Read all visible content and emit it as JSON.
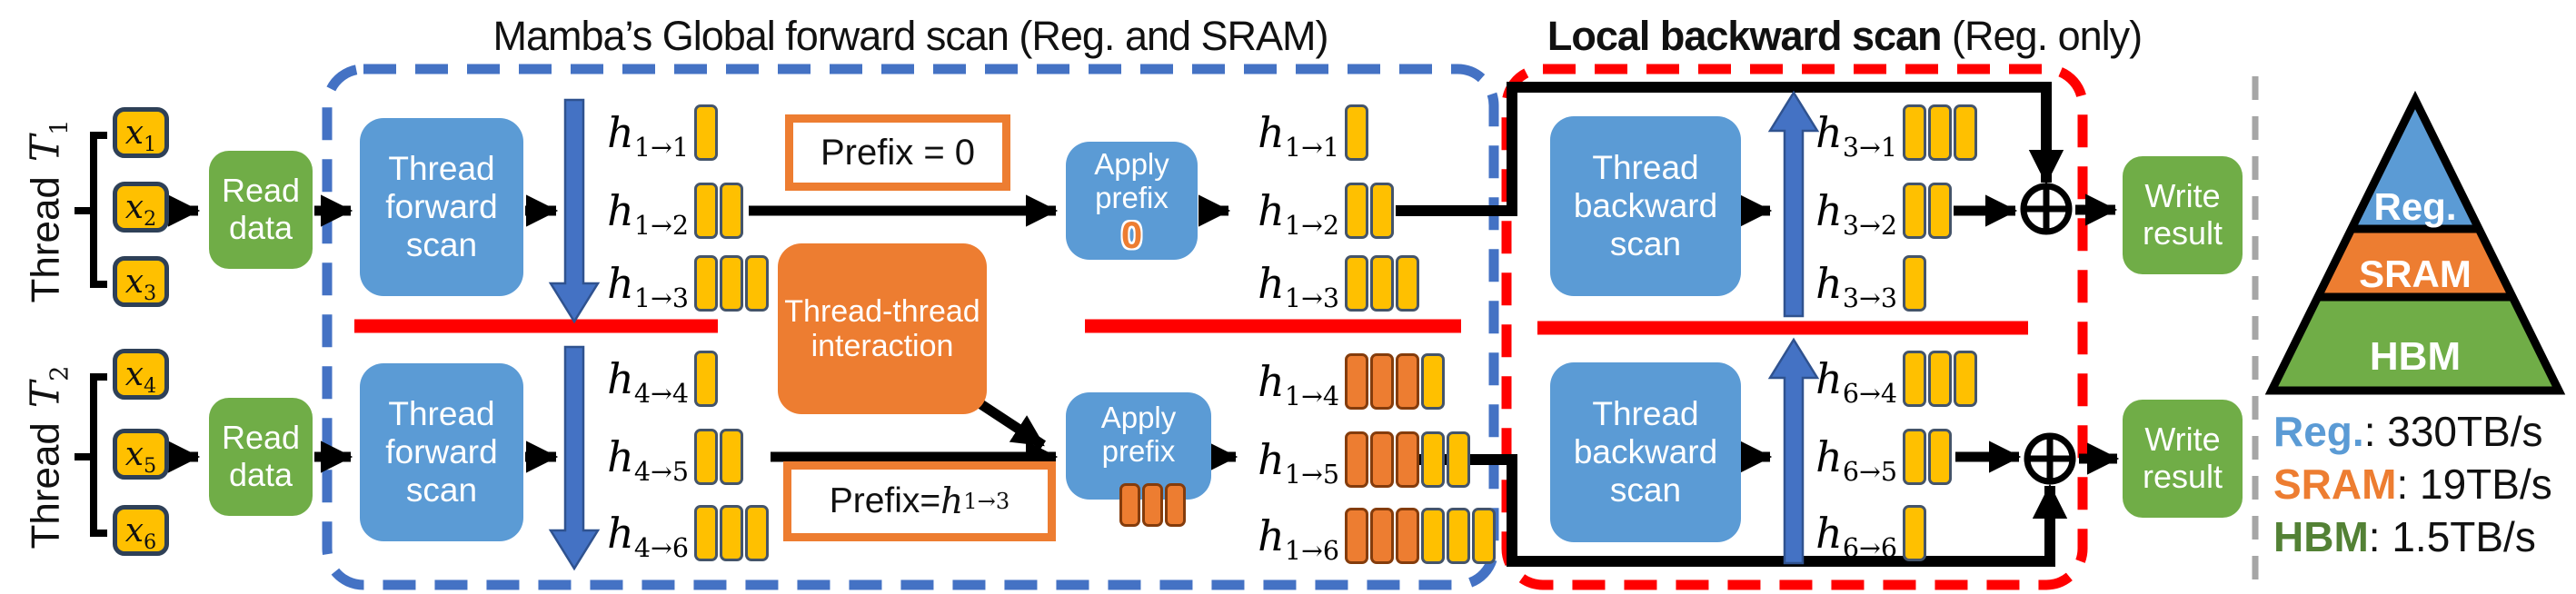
{
  "titles": {
    "global": "Mamba’s Global forward scan (Reg. and SRAM)",
    "local_bold": "Local backward scan",
    "local_regular": " (Reg. only)"
  },
  "threads": [
    {
      "name": "Thread",
      "symbol": "T",
      "tsub": "1",
      "inputs": [
        {
          "base": "x",
          "sub": "1"
        },
        {
          "base": "x",
          "sub": "2"
        },
        {
          "base": "x",
          "sub": "3"
        }
      ]
    },
    {
      "name": "Thread",
      "symbol": "T",
      "tsub": "2",
      "inputs": [
        {
          "base": "x",
          "sub": "4"
        },
        {
          "base": "x",
          "sub": "5"
        },
        {
          "base": "x",
          "sub": "6"
        }
      ]
    }
  ],
  "boxes": {
    "read_data_top": "Read data",
    "read_data_bottom": "Read data",
    "forward_scan_top": "Thread forward scan",
    "forward_scan_bottom": "Thread forward scan",
    "backward_scan_top": "Thread backward scan",
    "backward_scan_bottom": "Thread backward scan",
    "interaction": "Thread-thread interaction",
    "apply_prefix_top": "Apply prefix",
    "apply_prefix_top_value": "0",
    "apply_prefix_bottom": "Apply prefix",
    "write_result_top": "Write result",
    "write_result_bottom": "Write result",
    "prefix_top": "Prefix = 0",
    "prefix_bottom_pre": "Prefix=",
    "prefix_bottom_base": "h",
    "prefix_bottom_sub": "1→3"
  },
  "hcols": {
    "fwd_top": [
      {
        "base": "h",
        "sub": "1→1",
        "bars": [
          "y"
        ]
      },
      {
        "base": "h",
        "sub": "1→2",
        "bars": [
          "y",
          "y"
        ]
      },
      {
        "base": "h",
        "sub": "1→3",
        "bars": [
          "y",
          "y",
          "y"
        ]
      }
    ],
    "fwd_bot": [
      {
        "base": "h",
        "sub": "4→4",
        "bars": [
          "y"
        ]
      },
      {
        "base": "h",
        "sub": "4→5",
        "bars": [
          "y",
          "y"
        ]
      },
      {
        "base": "h",
        "sub": "4→6",
        "bars": [
          "y",
          "y",
          "y"
        ]
      }
    ],
    "mid_top": [
      {
        "base": "h",
        "sub": "1→1",
        "bars": [
          "y"
        ]
      },
      {
        "base": "h",
        "sub": "1→2",
        "bars": [
          "y",
          "y"
        ]
      },
      {
        "base": "h",
        "sub": "1→3",
        "bars": [
          "y",
          "y",
          "y"
        ]
      }
    ],
    "mid_bot": [
      {
        "base": "h",
        "sub": "1→4",
        "bars": [
          "o",
          "o",
          "o",
          "y"
        ]
      },
      {
        "base": "h",
        "sub": "1→5",
        "bars": [
          "o",
          "o",
          "o",
          "y",
          "y"
        ]
      },
      {
        "base": "h",
        "sub": "1→6",
        "bars": [
          "o",
          "o",
          "o",
          "y",
          "y",
          "y"
        ]
      }
    ],
    "bwd_top": [
      {
        "base": "h",
        "sub": "3→1",
        "bars": [
          "y",
          "y",
          "y"
        ]
      },
      {
        "base": "h",
        "sub": "3→2",
        "bars": [
          "y",
          "y"
        ]
      },
      {
        "base": "h",
        "sub": "3→3",
        "bars": [
          "y"
        ]
      }
    ],
    "bwd_bot": [
      {
        "base": "h",
        "sub": "6→4",
        "bars": [
          "y",
          "y",
          "y"
        ]
      },
      {
        "base": "h",
        "sub": "6→5",
        "bars": [
          "y",
          "y"
        ]
      },
      {
        "base": "h",
        "sub": "6→6",
        "bars": [
          "y"
        ]
      }
    ]
  },
  "apply_prefix_bottom_bars": [
    "o",
    "o",
    "o"
  ],
  "pyramid": {
    "layers": [
      {
        "label": "Reg.",
        "color": "#5B9BD5"
      },
      {
        "label": "SRAM",
        "color": "#ED7D31"
      },
      {
        "label": "HBM",
        "color": "#70AD47"
      }
    ]
  },
  "legend": [
    {
      "name": "Reg.",
      "value": ": 330TB/s",
      "color": "#5B9BD5"
    },
    {
      "name": "SRAM",
      "value": ": 19TB/s",
      "color": "#ED7D31"
    },
    {
      "name": "HBM",
      "value": ": 1.5TB/s",
      "color": "#538135"
    }
  ],
  "icons": {
    "combine": "oplus-icon"
  },
  "colors": {
    "box_blue": "#5B9BD5",
    "box_green": "#70AD47",
    "box_orange": "#ED7D31",
    "bar_yellow": "#FFC000",
    "bar_orange": "#ED7D31",
    "scan_arrow_blue": "#4472C4",
    "container_dash_blue": "#4472C4",
    "container_dash_red": "#FF0000",
    "row_separator_red": "#FF0000",
    "section_divider_gray": "#A6A6A6",
    "wire_black": "#000000"
  }
}
